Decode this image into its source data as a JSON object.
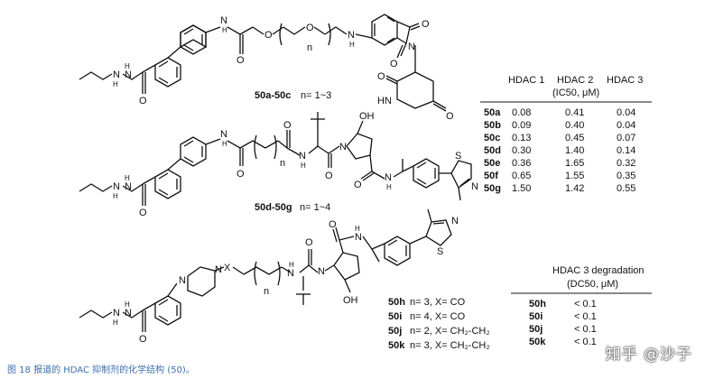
{
  "figure": {
    "caption": "图 18 报道的 HDAC 抑制剂的化学结构 (50)。",
    "watermark": "知乎 @沙子"
  },
  "compounds": {
    "label_a": "50a-50c",
    "label_a_n": "n= 1~3",
    "label_d": "50d-50g",
    "label_d_n": "n= 1~4",
    "series_h": [
      {
        "id": "50h",
        "desc": "n= 3, X= CO"
      },
      {
        "id": "50i",
        "desc": "n= 4, X= CO"
      },
      {
        "id": "50j",
        "desc": "n= 2, X= CH₂-CH₂"
      },
      {
        "id": "50k",
        "desc": "n= 3, X= CH₂-CH₂"
      }
    ]
  },
  "atoms": {
    "N": "N",
    "H": "H",
    "O": "O",
    "S": "S",
    "X": "X",
    "n": "n",
    "NH": "NH",
    "HN": "HN",
    "OH": "OH"
  },
  "ic50_table": {
    "headers": [
      "HDAC 1",
      "HDAC 2",
      "HDAC 3"
    ],
    "units": "(IC50, μM)",
    "rows": [
      {
        "id": "50a",
        "v": [
          "0.08",
          "0.41",
          "0.04"
        ]
      },
      {
        "id": "50b",
        "v": [
          "0.09",
          "0.40",
          "0.04"
        ]
      },
      {
        "id": "50c",
        "v": [
          "0.13",
          "0.45",
          "0.07"
        ]
      },
      {
        "id": "50d",
        "v": [
          "0.30",
          "1.40",
          "0.14"
        ]
      },
      {
        "id": "50e",
        "v": [
          "0.36",
          "1.65",
          "0.32"
        ]
      },
      {
        "id": "50f",
        "v": [
          "0.65",
          "1.55",
          "0.35"
        ]
      },
      {
        "id": "50g",
        "v": [
          "1.50",
          "1.42",
          "0.55"
        ]
      }
    ]
  },
  "dc50_table": {
    "header": "HDAC 3 degradation",
    "units": "(DC50, μM)",
    "rows": [
      {
        "id": "50h",
        "v": "< 0.1"
      },
      {
        "id": "50i",
        "v": "< 0.1"
      },
      {
        "id": "50j",
        "v": "< 0.1"
      },
      {
        "id": "50k",
        "v": "< 0.1"
      }
    ]
  }
}
